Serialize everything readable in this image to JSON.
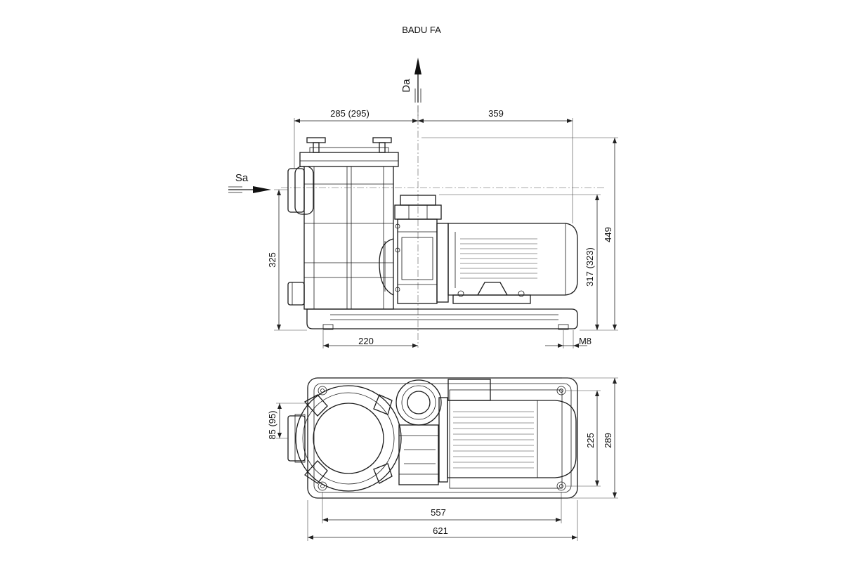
{
  "title": "BADU FA",
  "flow": {
    "discharge": "Da",
    "suction": "Sa"
  },
  "dims": {
    "d285": "285 (295)",
    "d359": "359",
    "d449": "449",
    "d325": "325",
    "d317": "317 (323)",
    "d220": "220",
    "m8": "M8",
    "d85": "85 (95)",
    "d225": "225",
    "d289": "289",
    "d557": "557",
    "d621": "621"
  }
}
